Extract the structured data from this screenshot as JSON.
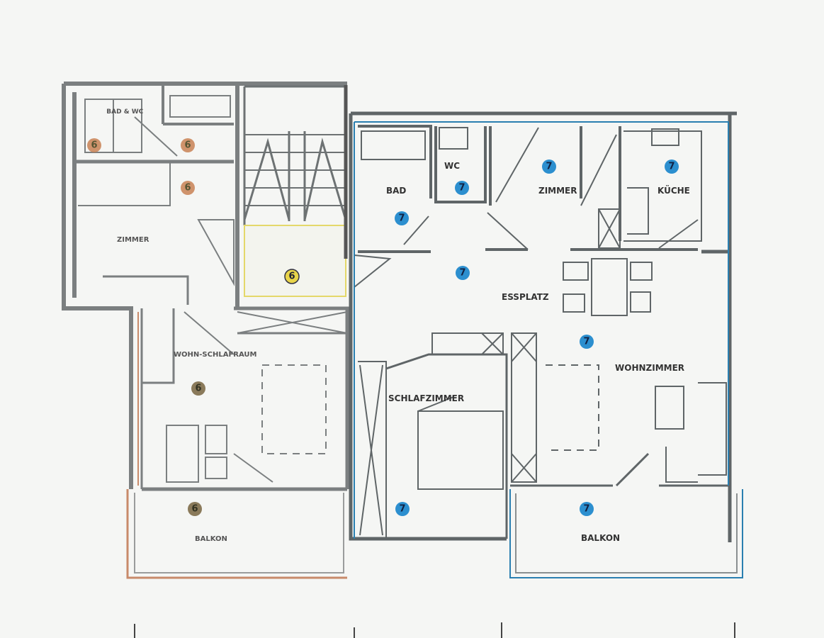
{
  "colors": {
    "left_unit_wall": "#7b7f80",
    "right_unit_outline": "#2a7fb0",
    "stair_room_outline": "#e4d86a",
    "balcony_left_outline": "#c88a6a",
    "circle_left": "#c67a4a",
    "circle_stair": "#e8d44a",
    "circle_right": "#2c8fcf"
  },
  "left_unit": {
    "rooms": [
      {
        "label": "BAD & WC"
      },
      {
        "label": "ZIMMER"
      },
      {
        "label": "WOHN-SCHLAFRAUM"
      },
      {
        "label": "BALKON"
      }
    ],
    "markers": [
      "6",
      "6",
      "6",
      "6",
      "6"
    ]
  },
  "stair": {
    "marker": "6"
  },
  "right_unit": {
    "rooms": [
      {
        "label": "BAD"
      },
      {
        "label": "WC"
      },
      {
        "label": "ZIMMER"
      },
      {
        "label": "KÜCHE"
      },
      {
        "label": "ESSPLATZ"
      },
      {
        "label": "WOHNZIMMER"
      },
      {
        "label": "SCHLAFZIMMER"
      },
      {
        "label": "BALKON"
      }
    ],
    "markers": [
      "7",
      "7",
      "7",
      "7",
      "7",
      "7",
      "7",
      "7"
    ]
  }
}
